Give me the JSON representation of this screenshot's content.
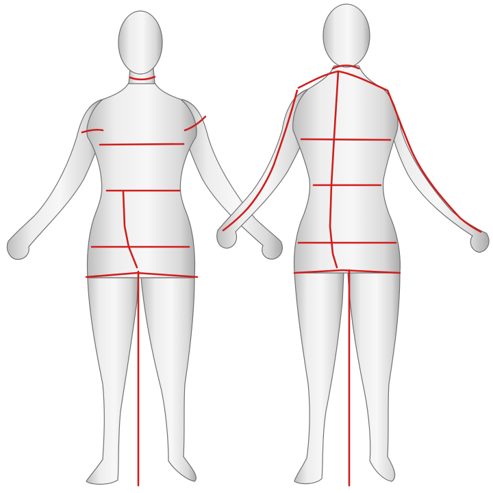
{
  "colors": {
    "background": "#ffffff",
    "body_light": "#f4f4f4",
    "body_mid": "#d2d2d2",
    "body_dark": "#8f8f8f",
    "body_outline": "#6f6f6f",
    "measurement_line": "#d01c1c"
  },
  "figures": [
    {
      "view": "front",
      "measurement_lines": [
        "neck",
        "armscye-left",
        "armscye-right",
        "bust",
        "waist",
        "center-front",
        "hip",
        "thigh",
        "inseam"
      ]
    },
    {
      "view": "back",
      "measurement_lines": [
        "neck",
        "shoulder",
        "sleeve-left",
        "sleeve-right",
        "center-back",
        "chest",
        "waist",
        "hip",
        "thigh",
        "inseam"
      ]
    }
  ]
}
